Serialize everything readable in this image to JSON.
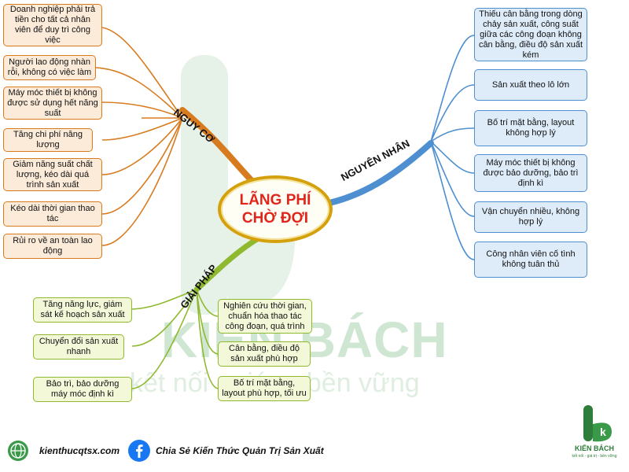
{
  "center": {
    "line1": "LÃNG PHÍ",
    "line2": "CHỜ ĐỢI"
  },
  "branches": {
    "risk": {
      "label": "NGUY CƠ",
      "color": "#d77b1e"
    },
    "cause": {
      "label": "NGUYÊN NHÂN",
      "color": "#4d8fd0"
    },
    "solution": {
      "label": "GIẢI PHÁP",
      "color": "#8fb92e"
    }
  },
  "risk_items": [
    "Doanh nghiệp phải trả tiền cho tất cả nhân viên để duy trì công việc",
    "Người lao động nhàn rỗi, không có việc làm",
    "Máy móc thiết bị không được sử dụng hết năng suất",
    "Tăng chi phí năng lượng",
    "Giảm năng suất chất lượng, kéo dài quá trình sản xuất",
    "Kéo dài thời gian thao tác",
    "Rủi ro về an toàn lao động"
  ],
  "cause_items": [
    "Thiếu cân bằng trong dòng chảy sản xuất, công suất giữa các công đoạn không cân bằng, điều độ sản xuất kém",
    "Sản xuất theo lô lớn",
    "Bố trí mặt bằng, layout không hợp lý",
    "Máy móc thiết bị không được bảo dưỡng, bảo trì định kì",
    "Vận chuyển nhiều, không hợp lý",
    "Công nhân viên cố tình không tuân thủ"
  ],
  "solution_items": [
    "Tăng năng lực, giám sát kế hoạch sản xuất",
    "Chuyển đổi sản xuất nhanh",
    "Bảo trì, bảo dưỡng máy móc định kì",
    "Nghiên cứu thời gian, chuẩn hóa thao tác công đoạn, quá trình",
    "Cân bằng, điều độ sản xuất phù hợp",
    "Bố trí mặt bằng, layout phù hợp, tối ưu"
  ],
  "watermark": {
    "brand": "KIẾN BÁCH",
    "slogan": "kết nối - giúp - bền vững"
  },
  "footer": {
    "website": "kienthucqtsx.com",
    "facebook": "Chia Sẻ Kiến Thức Quản Trị Sản Xuất",
    "logo_name": "KIẾN BÁCH",
    "logo_tagline": "kết nối - giá trị - bền vững"
  },
  "colors": {
    "center_border": "#d4a10c",
    "center_text": "#e0261c",
    "brand_green": "#2e7d3a"
  }
}
